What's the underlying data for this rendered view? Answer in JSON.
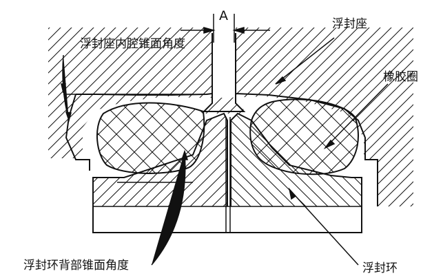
{
  "labels": {
    "dimension_a": "A",
    "seat_inner_cone_angle": "浮封座内腔锥面角度",
    "floating_seat": "浮封座",
    "rubber_ring": "橡胶圈",
    "ring_back_cone_angle": "浮封环背部锥面角度",
    "floating_ring": "浮封环"
  },
  "colors": {
    "stroke": "#111111",
    "background": "#ffffff"
  }
}
